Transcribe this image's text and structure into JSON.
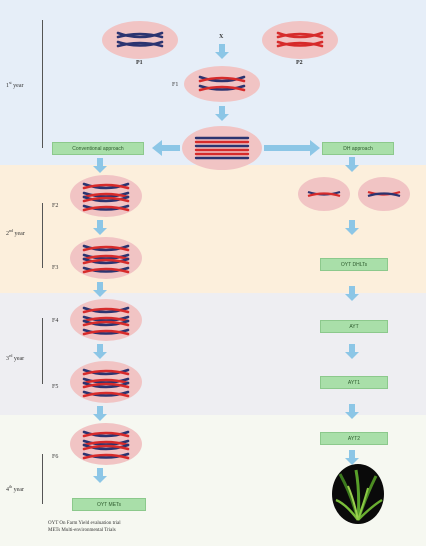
{
  "years": [
    {
      "label": "1",
      "suffix": "st",
      "word": "year"
    },
    {
      "label": "2",
      "suffix": "nd",
      "word": "year"
    },
    {
      "label": "3",
      "suffix": "rd",
      "word": "year"
    },
    {
      "label": "4",
      "suffix": "th",
      "word": "year"
    }
  ],
  "parents": {
    "p1": "P1",
    "p2": "P2"
  },
  "cross_symbol": "X",
  "generations": {
    "f1": "F1",
    "f2": "F2",
    "f3": "F3",
    "f4": "F4",
    "f5": "F5",
    "f6": "F6"
  },
  "boxes": {
    "conventional": "Conventional approach",
    "dh": "DH approach",
    "ofyet_dh": "OYT DHLTs",
    "ayt_top": "AYT",
    "ayt1": "AYT1",
    "ayt2": "AYT2",
    "ofyet_mets": "OYT METs"
  },
  "notes": {
    "line1": "OYT On Farm Yield evaluation trial",
    "line2": "METs Multi-environmental Trials"
  },
  "colors": {
    "band1": "#e6eef8",
    "band2": "#fcefdc",
    "band3": "#eeeef2",
    "band4": "#f6f8f1",
    "ellipse": "#f1c4c4",
    "red": "#d62b2b",
    "blue": "#2b3470",
    "arrow": "#8cc6e6"
  }
}
